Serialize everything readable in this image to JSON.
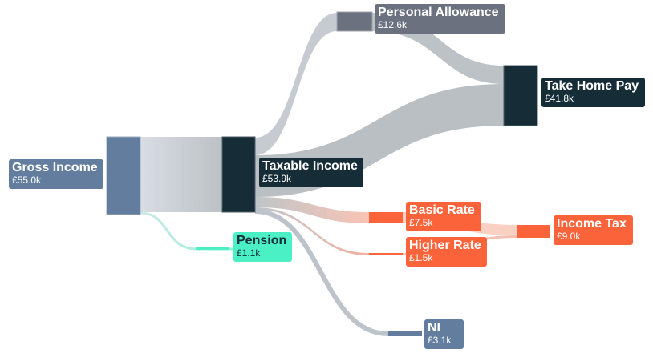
{
  "diagram": {
    "type": "sankey",
    "nodes": [
      {
        "id": "gross",
        "name": "Gross Income",
        "value_label": "£55.0k",
        "value": 55.0,
        "color": "#627d9e"
      },
      {
        "id": "taxable",
        "name": "Taxable Income",
        "value_label": "£53.9k",
        "value": 53.9,
        "color": "#162d38"
      },
      {
        "id": "pension",
        "name": "Pension",
        "value_label": "£1.1k",
        "value": 1.1,
        "color": "#4cf0c5",
        "text_color": "#162d38"
      },
      {
        "id": "allowance",
        "name": "Personal Allowance",
        "value_label": "£12.6k",
        "value": 12.6,
        "color": "#6b717f"
      },
      {
        "id": "takehome",
        "name": "Take Home Pay",
        "value_label": "£41.8k",
        "value": 41.8,
        "color": "#162d38"
      },
      {
        "id": "basic",
        "name": "Basic Rate",
        "value_label": "£7.5k",
        "value": 7.5,
        "color": "#fb643b"
      },
      {
        "id": "higher",
        "name": "Higher Rate",
        "value_label": "£1.5k",
        "value": 1.5,
        "color": "#fb643b"
      },
      {
        "id": "incometax",
        "name": "Income Tax",
        "value_label": "£9.0k",
        "value": 9.0,
        "color": "#fb643b"
      },
      {
        "id": "ni",
        "name": "NI",
        "value_label": "£3.1k",
        "value": 3.1,
        "color": "#627d9e"
      }
    ],
    "links": [
      {
        "source": "gross",
        "target": "taxable",
        "value": 53.9
      },
      {
        "source": "gross",
        "target": "pension",
        "value": 1.1
      },
      {
        "source": "taxable",
        "target": "allowance",
        "value": 12.6
      },
      {
        "source": "taxable",
        "target": "takehome",
        "value": 29.2
      },
      {
        "source": "allowance",
        "target": "takehome",
        "value": 12.6
      },
      {
        "source": "taxable",
        "target": "basic",
        "value": 7.5
      },
      {
        "source": "taxable",
        "target": "higher",
        "value": 1.5
      },
      {
        "source": "basic",
        "target": "incometax",
        "value": 7.5
      },
      {
        "source": "higher",
        "target": "incometax",
        "value": 1.5
      },
      {
        "source": "taxable",
        "target": "ni",
        "value": 3.1
      }
    ]
  }
}
